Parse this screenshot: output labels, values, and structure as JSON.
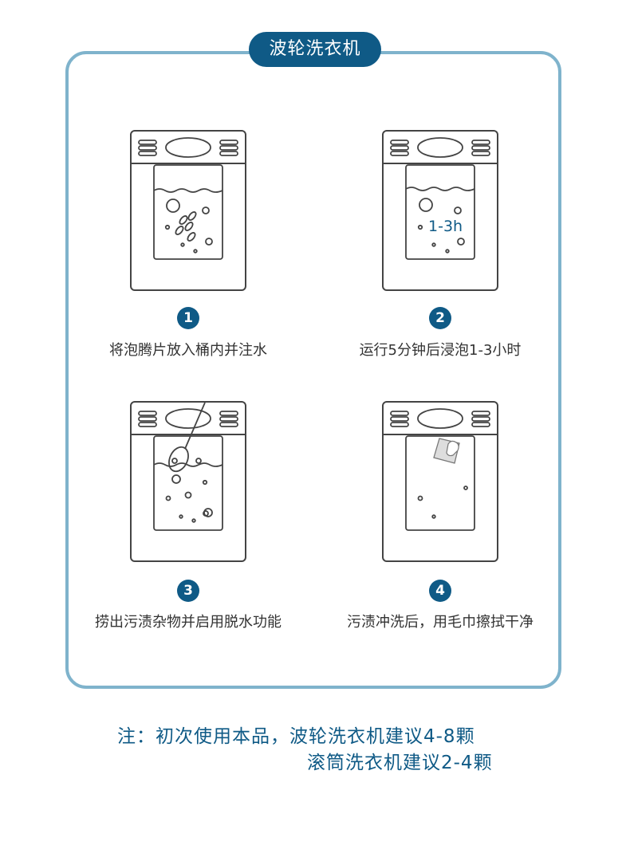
{
  "title": "波轮洗衣机",
  "steps": [
    {
      "number": "1",
      "caption": "将泡腾片放入桶内并注水"
    },
    {
      "number": "2",
      "caption": "运行5分钟后浸泡1-3小时",
      "time_label": "1-3h"
    },
    {
      "number": "3",
      "caption": "捞出污渍杂物并启用脱水功能"
    },
    {
      "number": "4",
      "caption": "污渍冲洗后，用毛巾擦拭干净"
    }
  ],
  "note": {
    "line1": "注：初次使用本品，波轮洗衣机建议4-8颗",
    "line2": "滚筒洗衣机建议2-4颗"
  },
  "colors": {
    "accent": "#0f5a86",
    "frame": "#7fb3cc",
    "line": "#444444"
  }
}
